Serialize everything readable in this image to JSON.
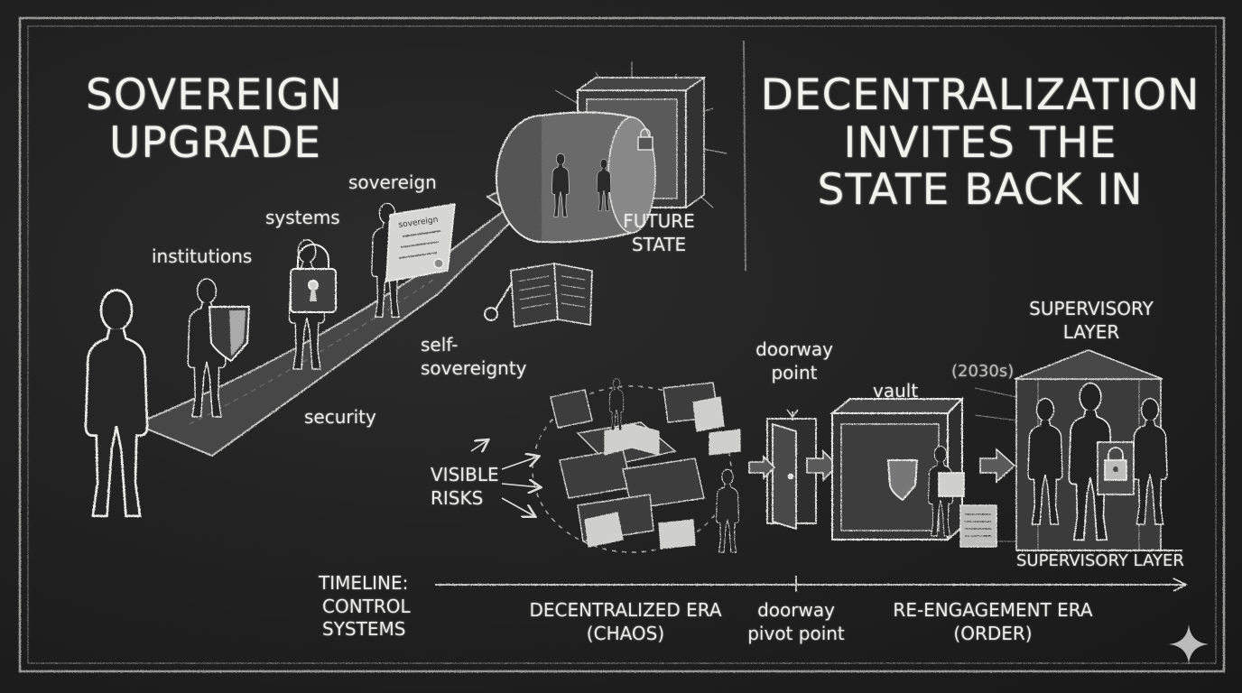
{
  "titles": {
    "left_line1": "SOVEREIGN",
    "left_line2": "UPGRADE",
    "right_line1": "DECENTRALIZATION",
    "right_line2": "INVITES THE",
    "right_line3": "STATE BACK IN"
  },
  "left_labels": {
    "institutions": "institutions",
    "systems": "systems",
    "sovereign": "sovereign",
    "future_line1": "FUTURE",
    "future_line2": "STATE",
    "self_line1": "self-",
    "self_line2": "sovereignty",
    "security": "security",
    "scroll_text": "sovereign"
  },
  "right_labels": {
    "visible_line1": "VISIBLE",
    "visible_line2": "RISKS",
    "doorway_line1": "doorway",
    "doorway_line2": "point",
    "vault": "vault",
    "year": "(2030s)",
    "supervisory_top_line1": "SUPERVISORY",
    "supervisory_top_line2": "LAYER",
    "supervisory_bottom": "SUPERVISORY LAYER"
  },
  "timeline": {
    "label_line1": "TIMELINE:",
    "label_line2": "CONTROL",
    "label_line3": "SYSTEMS",
    "era1_line1": "DECENTRALIZED ERA",
    "era1_line2": "(CHAOS)",
    "pivot_line1": "doorway",
    "pivot_line2": "pivot point",
    "era2_line1": "RE-ENGAGEMENT ERA",
    "era2_line2": "(ORDER)"
  },
  "icons": {
    "shield": "shield-icon",
    "padlock": "padlock-icon",
    "scroll": "scroll-icon",
    "key": "key-icon",
    "ledger": "ledger-book-icon",
    "vault_safe": "vault-safe-icon",
    "door": "door-icon",
    "building": "government-building-icon",
    "sparkle": "sparkle-icon"
  },
  "colors": {
    "board": "#1d1d1d",
    "chalk": "#e8e8e6",
    "frame": "#9a9a98"
  }
}
